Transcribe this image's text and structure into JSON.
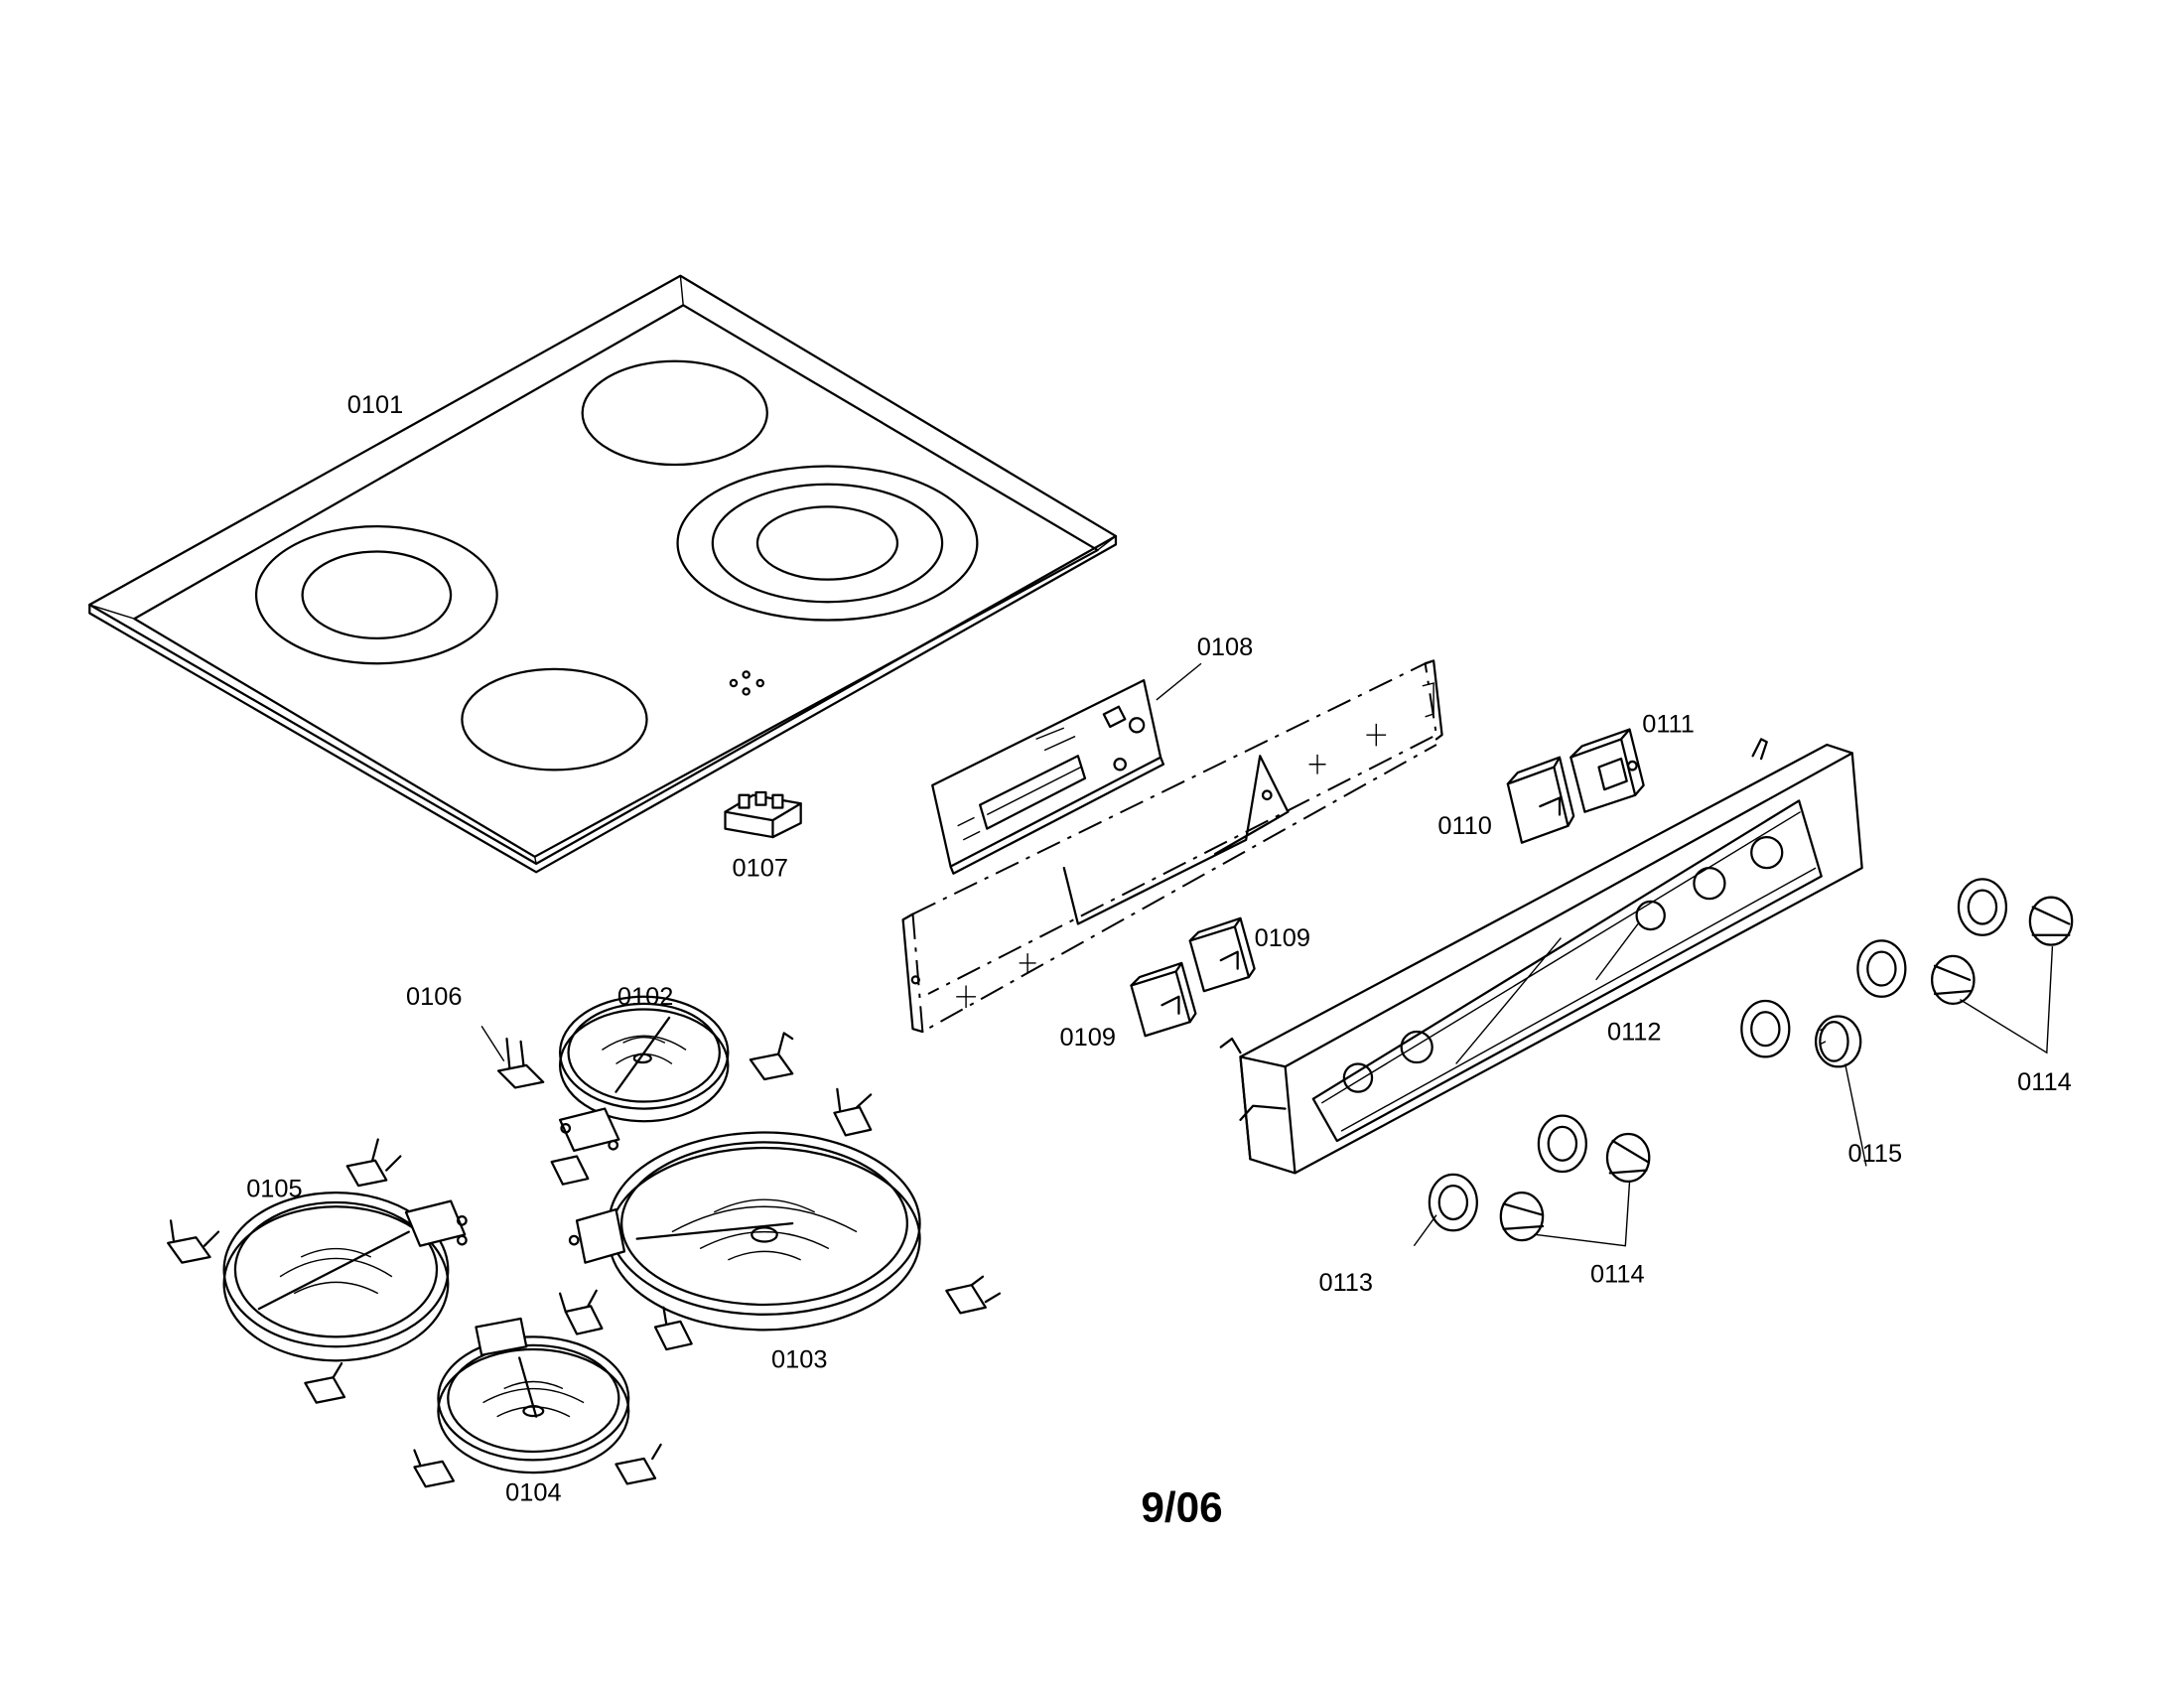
{
  "diagram": {
    "date_code": "9/06",
    "labels": {
      "p0101": "0101",
      "p0102": "0102",
      "p0103": "0103",
      "p0104": "0104",
      "p0105": "0105",
      "p0106": "0106",
      "p0107": "0107",
      "p0108": "0108",
      "p0109a": "0109",
      "p0109b": "0109",
      "p0110": "0110",
      "p0111": "0111",
      "p0112": "0112",
      "p0113": "0113",
      "p0114a": "0114",
      "p0114b": "0114",
      "p0115": "0115"
    }
  }
}
